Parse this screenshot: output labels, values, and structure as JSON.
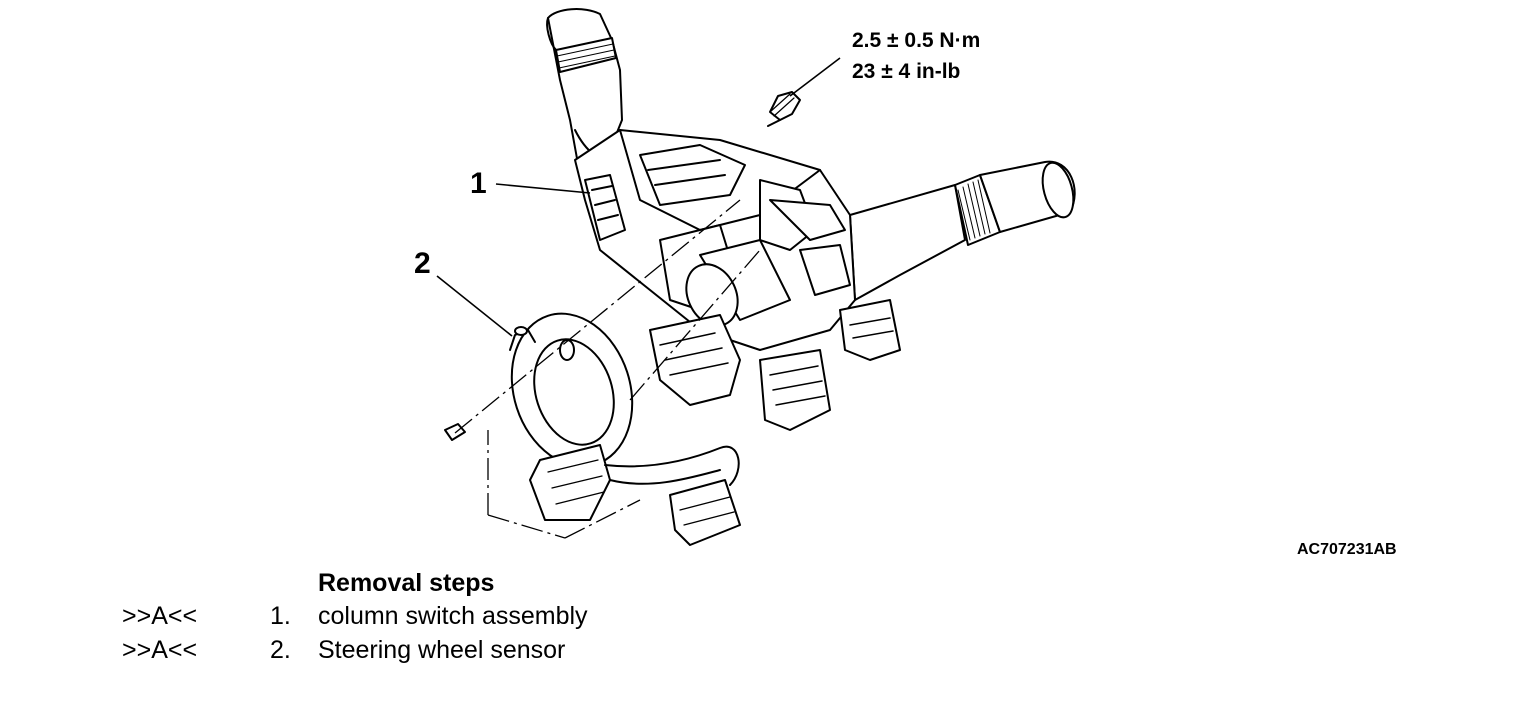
{
  "diagram": {
    "callouts": [
      {
        "id": "callout-1",
        "label": "1"
      },
      {
        "id": "callout-2",
        "label": "2"
      }
    ],
    "torque_spec": {
      "metric": "2.5 ± 0.5 N·m",
      "imperial": "23 ± 4 in-lb"
    },
    "figure_id": "AC707231AB"
  },
  "removal": {
    "title": "Removal steps",
    "steps": [
      {
        "ref": ">>A<<",
        "number": "1.",
        "label": "column switch assembly"
      },
      {
        "ref": ">>A<<",
        "number": "2.",
        "label": "Steering wheel sensor"
      }
    ]
  }
}
